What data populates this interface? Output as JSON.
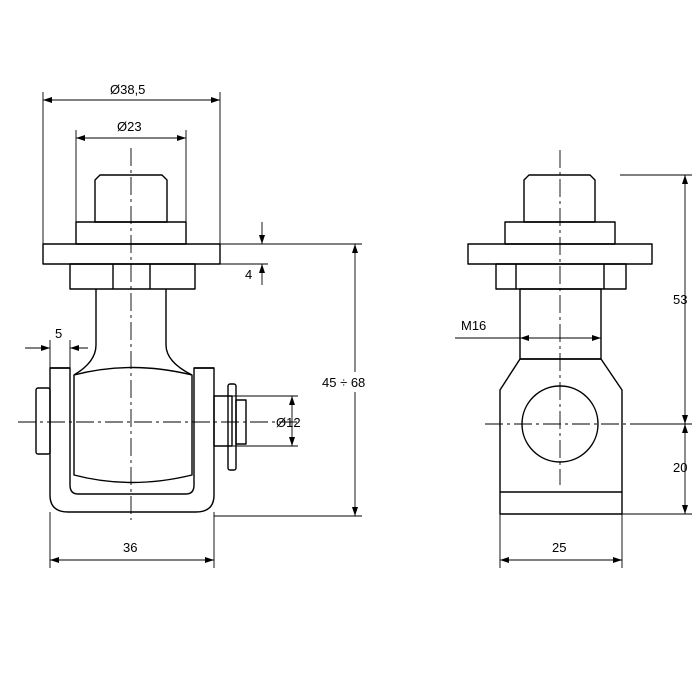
{
  "figure": {
    "stroke_color": "#000000",
    "background_color": "#ffffff"
  },
  "front_view": {
    "dim_outer_diameter": "Ø38,5",
    "dim_inner_diameter": "Ø23",
    "dim_thickness": "4",
    "dim_wall": "5",
    "dim_pin_diameter": "Ø12",
    "dim_width": "36",
    "dim_height_range": "45 ÷ 68"
  },
  "side_view": {
    "dim_thread": "M16",
    "dim_width": "25",
    "dim_upper_height": "53",
    "dim_lower_height": "20"
  }
}
